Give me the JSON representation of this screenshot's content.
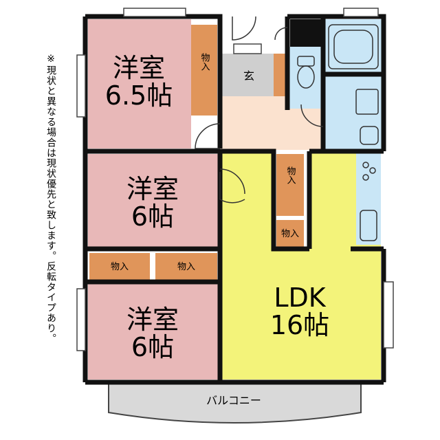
{
  "rooms": {
    "room1": {
      "name": "洋室",
      "size": "6.5帖"
    },
    "room2": {
      "name": "洋室",
      "size": "6帖"
    },
    "room3": {
      "name": "洋室",
      "size": "6帖"
    },
    "ldk": {
      "name": "LDK",
      "size": "16帖"
    }
  },
  "labels": {
    "closet": "物入",
    "entrance": "玄",
    "balcony": "バルコニー"
  },
  "note": "※現状と異なる場合は現状優先と致します。反転タイプあり。",
  "colors": {
    "western_room": "#e8b8b8",
    "closet": "#e0955a",
    "ldk": "#f3f37a",
    "wet_area": "#c9e6f6",
    "entry_hall": "#fbe2cf",
    "balcony": "#d9d9d9",
    "genkan": "#cfcfcf",
    "wall": "#111111"
  }
}
